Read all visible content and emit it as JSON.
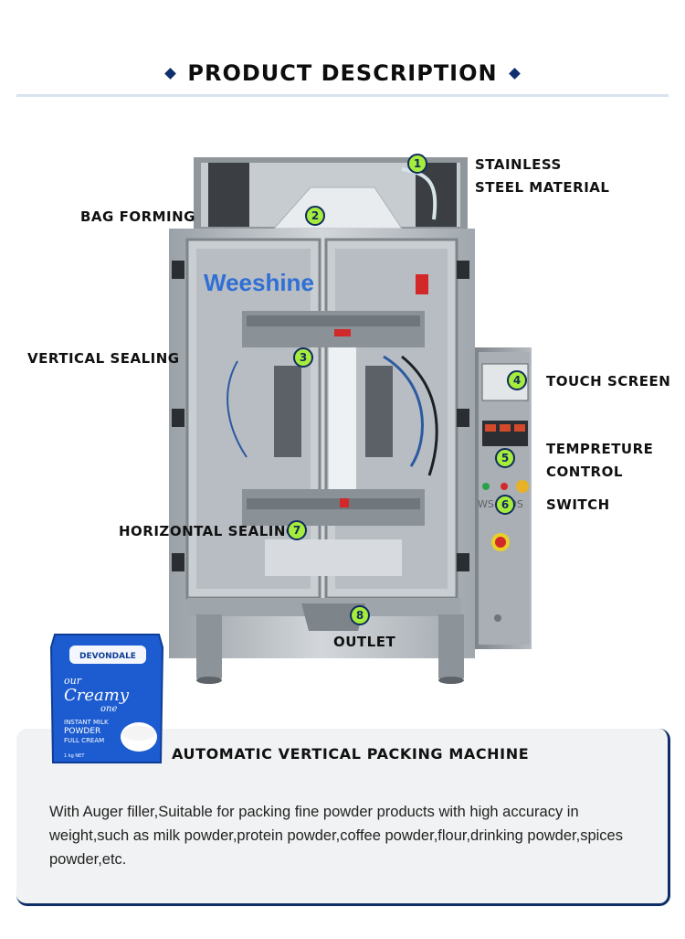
{
  "header": {
    "title": "PRODUCT DESCRIPTION"
  },
  "machine": {
    "brand_logo": "Weeshine",
    "panel_model": "WS-420S",
    "callouts": [
      {
        "number": "1",
        "label": "STAINLESS STEEL MATERIAL"
      },
      {
        "number": "2",
        "label": "BAG FORMING"
      },
      {
        "number": "3",
        "label": "VERTICAL SEALING"
      },
      {
        "number": "4",
        "label": "TOUCH SCREEN"
      },
      {
        "number": "5",
        "label": "TEMPRETURE CONTROL"
      },
      {
        "number": "6",
        "label": "SWITCH"
      },
      {
        "number": "7",
        "label": "HORIZONTAL SEALING"
      },
      {
        "number": "8",
        "label": "OUTLET"
      }
    ]
  },
  "product_bag": {
    "brand": "DEVONDALE",
    "line1": "our",
    "line2": "Creamy",
    "line3": "one",
    "type1": "INSTANT MILK",
    "type2": "POWDER",
    "type3": "FULL CREAM",
    "weight": "1 kg NET"
  },
  "description_card": {
    "title": "AUTOMATIC VERTICAL PACKING MACHINE",
    "text": "With Auger filler,Suitable for packing fine powder products with high accuracy in weight,such as milk powder,protein powder,coffee powder,flour,drinking powder,spices powder,etc."
  },
  "colors": {
    "accent": "#0f2f6e",
    "marker": "#a7ec3c",
    "steel": "#b9bfc4"
  }
}
